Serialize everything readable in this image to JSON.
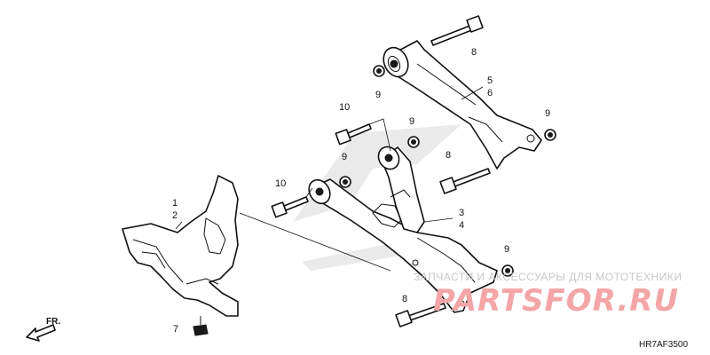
{
  "diagram_code": "HR7AF3500",
  "direction_label": "FR.",
  "watermark": {
    "tagline": "ЗАПЧАСТИ И АКСЕССУАРЫ ДЛЯ МОТОТЕХНИКИ",
    "brand": "PARTSFOR.RU"
  },
  "callouts": {
    "c1": "1",
    "c2": "2",
    "c3": "3",
    "c4": "4",
    "c5": "5",
    "c6": "6",
    "c7": "7",
    "c8a": "8",
    "c8b": "8",
    "c8c": "8",
    "c9a": "9",
    "c9b": "9",
    "c9c": "9",
    "c9d": "9",
    "c9e": "9",
    "c10a": "10",
    "c10b": "10"
  }
}
